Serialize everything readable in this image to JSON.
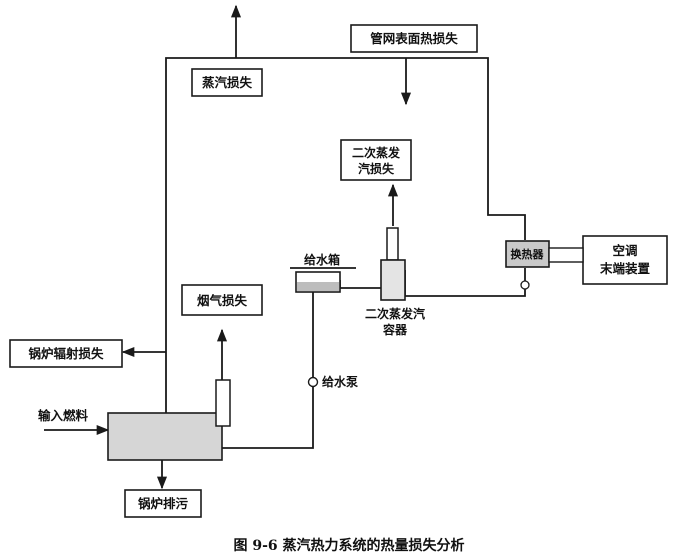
{
  "diagram": {
    "labels": {
      "pipe_surface_loss": "管网表面热损失",
      "steam_loss": "蒸汽损失",
      "secondary_flash_loss_l1": "二次蒸发",
      "secondary_flash_loss_l2": "汽损失",
      "feedwater_tank": "给水箱",
      "heat_exchanger": "换热器",
      "ac_terminal_l1": "空调",
      "ac_terminal_l2": "末端装置",
      "flue_gas_loss": "烟气损失",
      "secondary_flash_vessel_l1": "二次蒸发汽",
      "secondary_flash_vessel_l2": "容器",
      "boiler_radiation_loss": "锅炉辐射损失",
      "feedwater_pump": "给水泵",
      "fuel_input": "输入燃料",
      "boiler_blowdown": "锅炉排污"
    },
    "caption": "图 9-6   蒸汽热力系统的热量损失分析"
  }
}
